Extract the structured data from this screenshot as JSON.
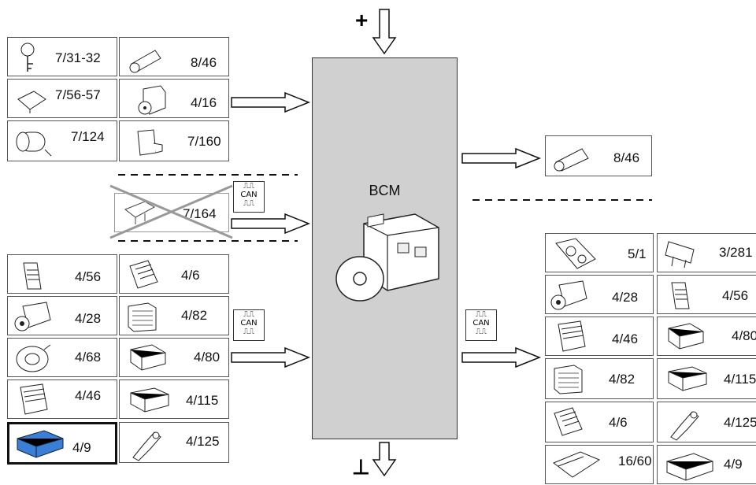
{
  "bcm": {
    "title": "BCM"
  },
  "power": {
    "plus": "+",
    "ground": "⊥"
  },
  "can_label": "CAN",
  "left_top": [
    {
      "label": "7/31-32",
      "icon": "key-icon"
    },
    {
      "label": "8/46",
      "icon": "cylinder-icon"
    },
    {
      "label": "7/56-57",
      "icon": "switch-icon"
    },
    {
      "label": "4/16",
      "icon": "abs-unit-icon"
    },
    {
      "label": "7/124",
      "icon": "motor-icon"
    },
    {
      "label": "7/160",
      "icon": "bracket-icon"
    }
  ],
  "crossed": {
    "label": "7/164",
    "icon": "sensor-icon"
  },
  "left_bottom": [
    {
      "label": "4/56",
      "icon": "module-icon"
    },
    {
      "label": "4/6",
      "icon": "ecu-icon"
    },
    {
      "label": "4/28",
      "icon": "camera-module-icon"
    },
    {
      "label": "4/82",
      "icon": "box-module-icon"
    },
    {
      "label": "4/68",
      "icon": "clockspring-icon"
    },
    {
      "label": "4/80",
      "icon": "airbag-module-icon"
    },
    {
      "label": "4/46",
      "icon": "connector-ecu-icon"
    },
    {
      "label": "4/115",
      "icon": "control-unit-icon"
    },
    {
      "label": "4/9",
      "icon": "blue-module-icon"
    },
    {
      "label": "4/125",
      "icon": "sensor-mount-icon"
    }
  ],
  "right_top": {
    "label": "8/46",
    "icon": "cylinder-icon"
  },
  "right_bottom": [
    {
      "label": "5/1",
      "icon": "instrument-cluster-icon"
    },
    {
      "label": "3/281",
      "icon": "antenna-icon"
    },
    {
      "label": "4/28",
      "icon": "camera-module-icon"
    },
    {
      "label": "4/56",
      "icon": "module-icon"
    },
    {
      "label": "4/46",
      "icon": "connector-ecu-icon"
    },
    {
      "label": "4/80",
      "icon": "airbag-module-icon"
    },
    {
      "label": "4/82",
      "icon": "box-module-icon"
    },
    {
      "label": "4/115",
      "icon": "control-unit-icon"
    },
    {
      "label": "4/6",
      "icon": "ecu-icon"
    },
    {
      "label": "4/125",
      "icon": "sensor-mount-icon"
    },
    {
      "label": "16/60",
      "icon": "engine-ecu-icon"
    },
    {
      "label": "4/9",
      "icon": "blue-module-icon"
    }
  ],
  "colors": {
    "bcm_fill": "#d0d0d0",
    "selected_module": "#3a7fd5"
  }
}
